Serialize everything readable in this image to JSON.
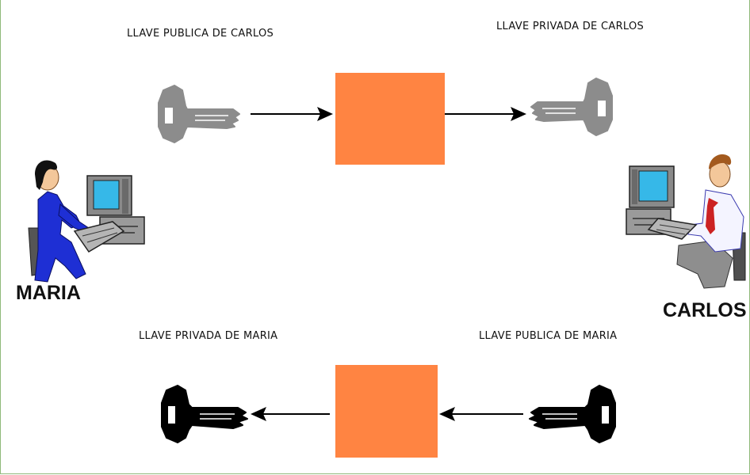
{
  "labels": {
    "top_left": "LLAVE PUBLICA DE CARLOS",
    "top_right": "LLAVE PRIVADA DE CARLOS",
    "bottom_left": "LLAVE PRIVADA DE MARIA",
    "bottom_right": "LLAVE PUBLICA DE MARIA"
  },
  "people": {
    "left_name": "MARIA",
    "right_name": "CARLOS"
  },
  "colors": {
    "box": "#ff8442",
    "carlos_keys": "#8c8c8c",
    "maria_keys": "#000000",
    "maria_clothes": "#1e2fd4",
    "frame": "#8fb97a"
  },
  "icons": {
    "top_left_key": "gray-key-icon",
    "top_right_key": "gray-key-icon",
    "bottom_left_key": "black-key-icon",
    "bottom_right_key": "black-key-icon",
    "maria": "woman-at-computer-icon",
    "carlos": "man-at-computer-icon"
  }
}
